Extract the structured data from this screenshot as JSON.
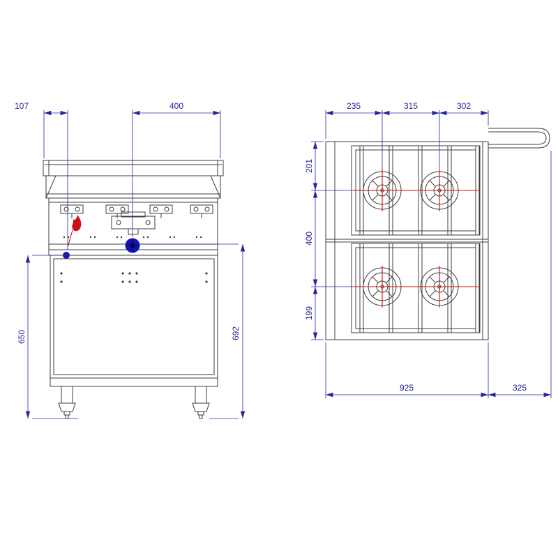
{
  "drawing": {
    "colors": {
      "dimension": "#26269b",
      "line": "#3d3d3d",
      "accent_red": "#cc1111",
      "accent_blue": "#1414b8"
    },
    "front_view": {
      "dims": {
        "offset_left": "107",
        "width_top": "400",
        "height_left": "650",
        "height_right": "692"
      }
    },
    "plan_view": {
      "dims": {
        "top_left": "235",
        "top_center": "315",
        "top_right": "302",
        "side_top": "201",
        "side_middle": "400",
        "side_bottom": "199",
        "bottom_width": "925",
        "bottom_depth": "325"
      }
    }
  }
}
